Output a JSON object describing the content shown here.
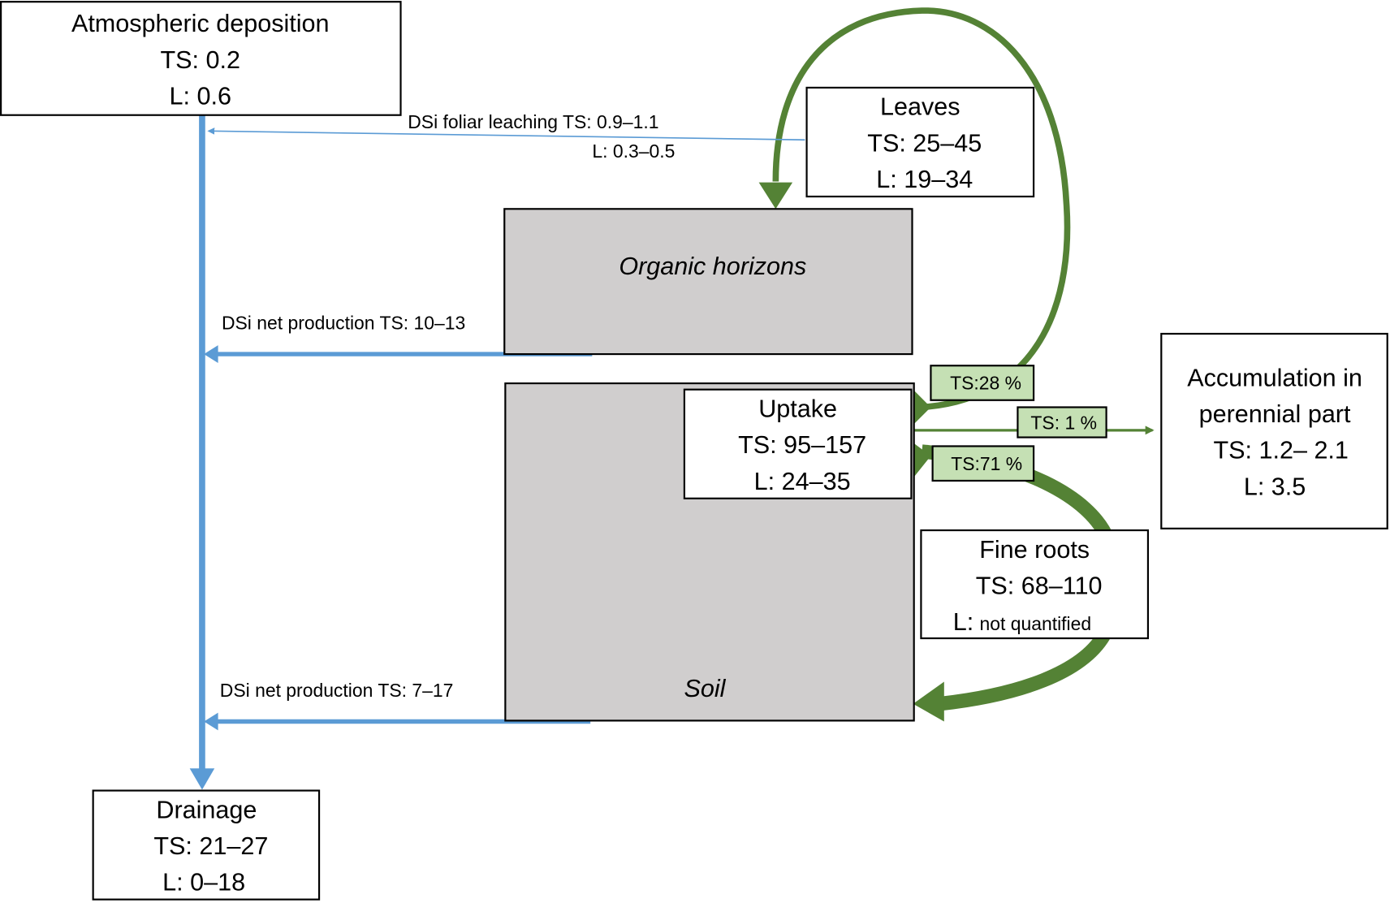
{
  "colors": {
    "blue_flow": "#5b9bd5",
    "green_flow": "#548235",
    "pool_grey": "#d0cece",
    "pct_tag": "#c5e0b4"
  },
  "nodes": {
    "atmospheric": {
      "title": "Atmospheric deposition",
      "ts": "TS: 0.2",
      "l": "L: 0.6"
    },
    "leaves": {
      "title": "Leaves",
      "ts": "TS: 25–45",
      "l": "L: 19–34"
    },
    "organic": {
      "title": "Organic horizons"
    },
    "soil": {
      "title": "Soil"
    },
    "uptake": {
      "title": "Uptake",
      "ts": "TS: 95–157",
      "l": "L: 24–35"
    },
    "accumulation": {
      "title1": "Accumulation in",
      "title2": "perennial part",
      "ts": "TS: 1.2– 2.1",
      "l": "L: 3.5"
    },
    "fine_roots": {
      "title": "Fine roots",
      "ts": "TS: 68–110",
      "l_prefix": "L:",
      "l": "not quantified"
    },
    "drainage": {
      "title": "Drainage",
      "ts": "TS: 21–27",
      "l": "L: 0–18"
    }
  },
  "flows": {
    "foliar_leaching": {
      "ts": "DSi foliar leaching TS: 0.9–1.1",
      "l": "L:   0.3–0.5"
    },
    "organic_production": "DSi net production TS: 10–13",
    "soil_production": "DSi net production TS: 7–17",
    "to_leaves_pct": "TS:28 %",
    "to_perennial_pct": "TS: 1 %",
    "to_roots_pct": "TS:71 %"
  }
}
